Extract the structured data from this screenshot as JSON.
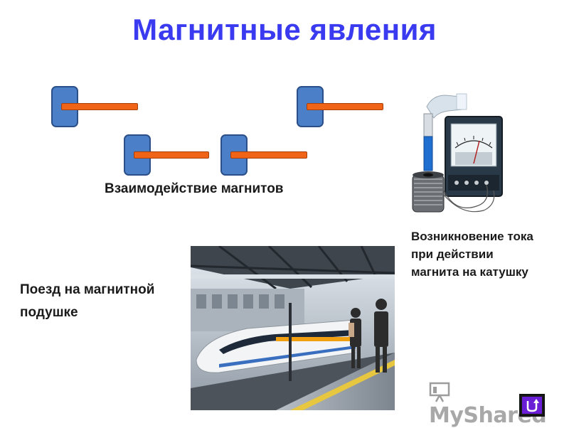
{
  "slide": {
    "title": "Магнитные явления",
    "magnets_caption": "Взаимодействие магнитов",
    "galvanometer_caption_lines": [
      "Возникновение тока",
      "при действии",
      "магнита на катушку"
    ],
    "train_caption_lines": [
      "Поезд на магнитной",
      "подушке"
    ]
  },
  "watermark": {
    "text": "MyShared"
  },
  "colors": {
    "title": "#3a3af0",
    "magnet_block": "#4b7fc8",
    "magnet_rod": "#f06418",
    "return_button": "#6a1fd6"
  },
  "icons": {
    "return_button": "return-arrow-icon",
    "watermark_logo": "presentation-board-icon"
  }
}
